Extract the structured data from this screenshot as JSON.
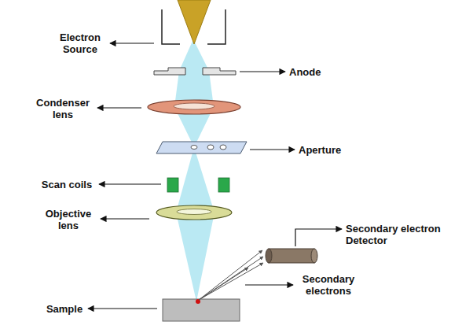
{
  "diagram": {
    "labels": [
      "Electron Source",
      "Anode",
      "Condenser lens",
      "Aperture",
      "Scan coils",
      "Objective lens",
      "Secondary electron Detector",
      "Secondary electrons",
      "Sample"
    ]
  }
}
